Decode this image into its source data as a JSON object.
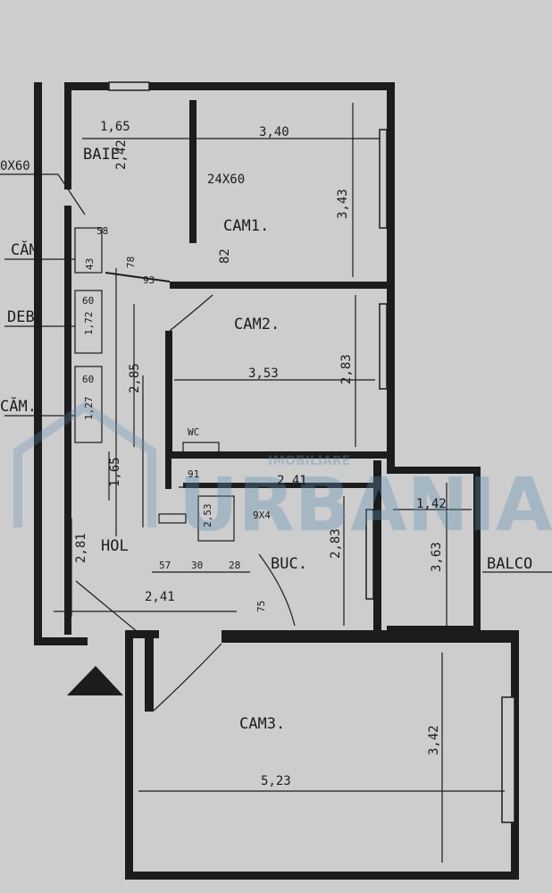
{
  "rooms": {
    "baie": "BAIE",
    "cam1": "CAM1.",
    "cam2": "CAM2.",
    "cam3": "CAM3.",
    "hol": "HOL",
    "buc": "BUC.",
    "balcon": "BALCO",
    "cam_left_1": "CĂM",
    "deb": "DEB.",
    "cam_left_2": "CĂM."
  },
  "dimensions": {
    "baie_w": "1,65",
    "baie_h": "2,42",
    "cam1_w": "3,40",
    "cam1_h": "3,43",
    "opening_1": "24X60",
    "opening_2": "0X60",
    "door_cam1": "82",
    "w_93": "93",
    "w_78": "78",
    "w_58": "58",
    "w_43": "43",
    "w_60a": "60",
    "w_172": "1,72",
    "w_60b": "60",
    "w_127": "1,27",
    "cam2_w": "3,53",
    "cam2_h": "2,83",
    "hol_h1": "2,85",
    "hol_h2": "1,65",
    "hol_h3": "2,81",
    "wc": "WC",
    "w_91": "91",
    "buc_w": "2,41",
    "buc_h": "2,83",
    "w_253": "2,53",
    "w_9x4": "9X4",
    "w_57": "57",
    "w_30": "30",
    "w_28": "28",
    "w_75": "75",
    "hol_w": "2,41",
    "balc_w": "1,42",
    "balc_h": "3,63",
    "cam3_w": "5,23",
    "cam3_h": "3,42"
  },
  "watermark": {
    "brand": "URBANIA",
    "sub": "IMOBILIARE"
  }
}
